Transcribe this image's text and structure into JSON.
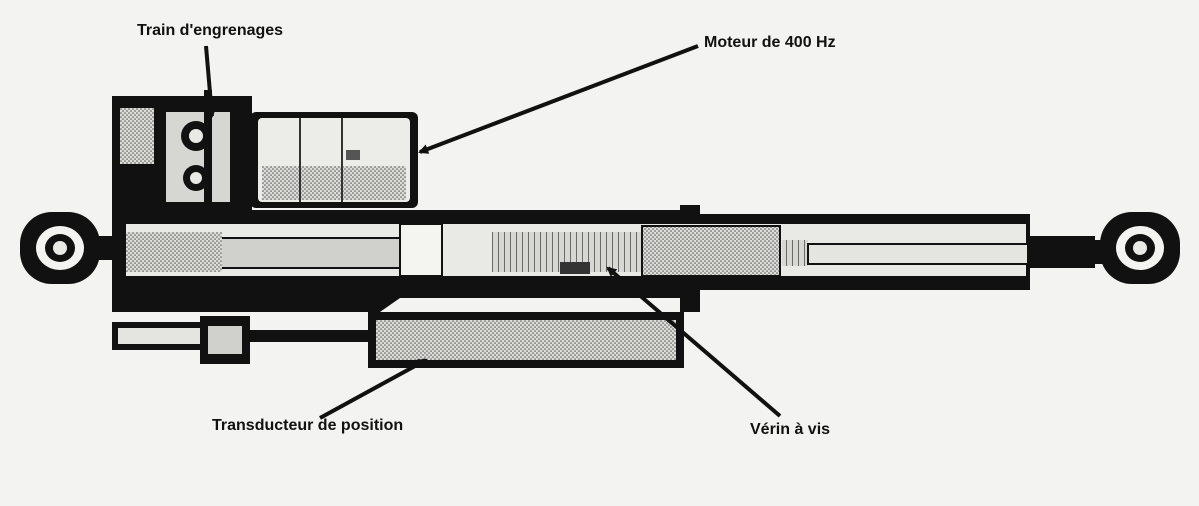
{
  "labels": {
    "gear_train": "Train d'engrenages",
    "motor": "Moteur de 400 Hz",
    "position_transducer": "Transducteur de position",
    "screw_jack": "Vérin à vis"
  },
  "colors": {
    "background": "#f3f3f1",
    "ink": "#111111",
    "hatch": "#a8a8a8",
    "inner": "#e9e9e6"
  }
}
